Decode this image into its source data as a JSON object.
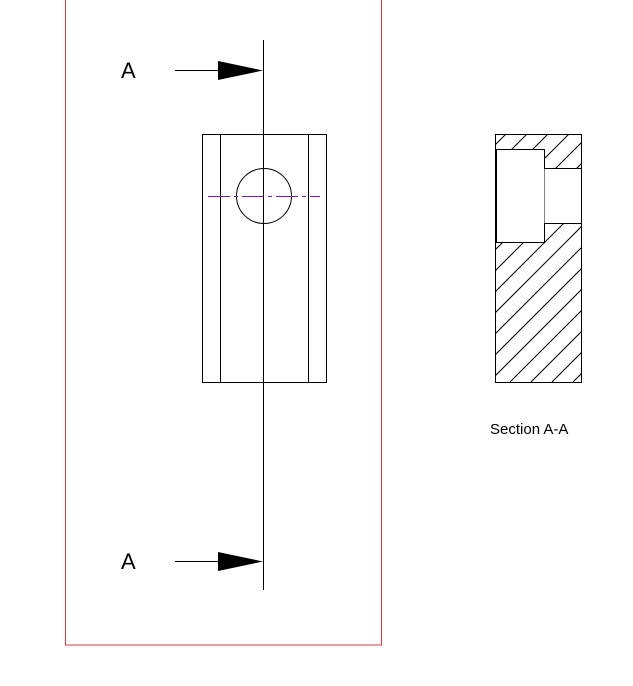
{
  "colors": {
    "background": "#ffffff",
    "line": "#000000",
    "view_border": "#d23c3c",
    "center_line": "#7a1fa2",
    "arrow_fill": "#000000"
  },
  "front_view": {
    "cut_line_label_top": "A",
    "cut_line_label_bottom": "A"
  },
  "section_view": {
    "caption": "Section A-A"
  }
}
